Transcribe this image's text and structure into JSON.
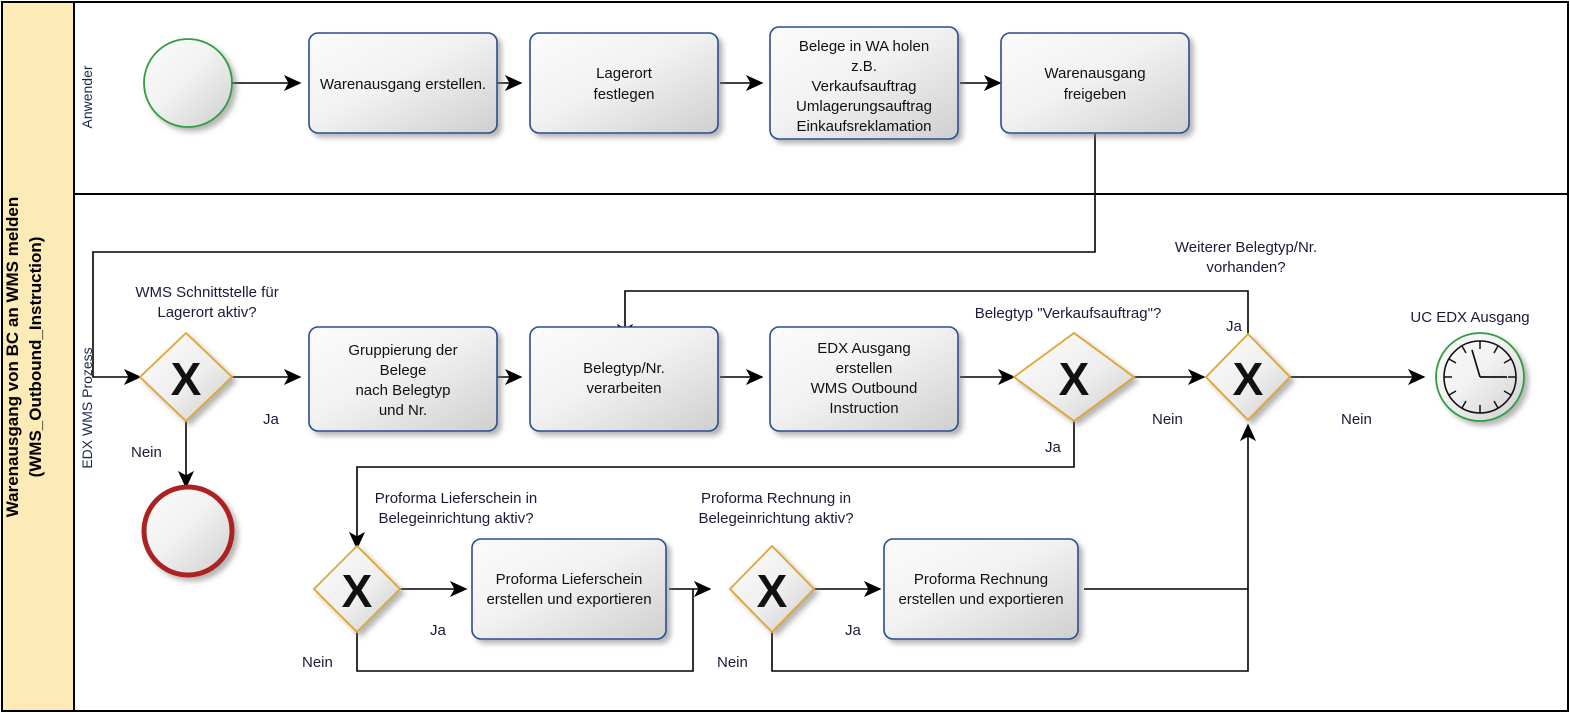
{
  "pool": {
    "title_line1": "Warenausgang von BC an WMS melden",
    "title_line2": "(WMS_Outbound_Instruction)",
    "header_color": "#fcebb6",
    "border_color": "#000000"
  },
  "lanes": [
    {
      "id": "lane-anwender",
      "label": "Anwender"
    },
    {
      "id": "lane-edx",
      "label": "EDX WMS Prozess"
    }
  ],
  "events": {
    "start": {
      "name": "start-event",
      "type": "start",
      "color": "#2f9e41"
    },
    "terminate": {
      "name": "terminate-end-event",
      "type": "end",
      "color": "#ac2024"
    },
    "timer": {
      "name": "timer-end-event",
      "type": "timer",
      "color": "#2f9e41",
      "label": "UC EDX Ausgang"
    }
  },
  "tasks": [
    {
      "id": "task-warenausgang-erstellen",
      "lines": [
        "Warenausgang erstellen."
      ]
    },
    {
      "id": "task-lagerort-festlegen",
      "lines": [
        "Lagerort",
        "festlegen"
      ]
    },
    {
      "id": "task-belege-in-wa-holen",
      "lines": [
        "Belege in WA holen",
        "z.B.",
        "Verkaufsauftrag",
        "Umlagerungsauftrag",
        "Einkaufsreklamation"
      ]
    },
    {
      "id": "task-warenausgang-freigeben",
      "lines": [
        "Warenausgang",
        "freigeben"
      ]
    },
    {
      "id": "task-gruppierung",
      "lines": [
        "Gruppierung der",
        "Belege",
        "nach Belegtyp",
        "und Nr."
      ]
    },
    {
      "id": "task-belegtyp-verarbeiten",
      "lines": [
        "Belegtyp/Nr.",
        "verarbeiten"
      ]
    },
    {
      "id": "task-edx-ausgang-erstellen",
      "lines": [
        "EDX Ausgang",
        "erstellen",
        "WMS Outbound",
        "Instruction"
      ]
    },
    {
      "id": "task-proforma-lieferschein",
      "lines": [
        "Proforma Lieferschein",
        "erstellen und exportieren"
      ]
    },
    {
      "id": "task-proforma-rechnung",
      "lines": [
        "Proforma Rechnung",
        "erstellen und exportieren"
      ]
    }
  ],
  "gateways": [
    {
      "id": "gw-wms-schnittstelle",
      "question_line1": "WMS Schnittstelle für",
      "question_line2": "Lagerort aktiv?",
      "symbol": "X"
    },
    {
      "id": "gw-belegtyp-verkaufsauftrag",
      "question_line1": "Belegtyp \"Verkaufsauftrag\"?",
      "question_line2": "",
      "symbol": "X"
    },
    {
      "id": "gw-weiterer-belegtyp",
      "question_line1": "Weiterer Belegtyp/Nr.",
      "question_line2": "vorhanden?",
      "symbol": "X"
    },
    {
      "id": "gw-proforma-lieferschein",
      "question_line1": "Proforma Lieferschein in",
      "question_line2": "Belegeinrichtung aktiv?",
      "symbol": "X"
    },
    {
      "id": "gw-proforma-rechnung",
      "question_line1": "Proforma Rechnung in",
      "question_line2": "Belegeinrichtung aktiv?",
      "symbol": "X"
    }
  ],
  "edge_labels": {
    "wms_ja": "Ja",
    "wms_nein": "Nein",
    "verkaufsauftrag_ja": "Ja",
    "verkaufsauftrag_nein": "Nein",
    "weiterer_ja": "Ja",
    "weiterer_nein": "Nein",
    "lieferschein_ja": "Ja",
    "lieferschein_nein": "Nein",
    "rechnung_ja": "Ja",
    "rechnung_nein": "Nein"
  },
  "colors": {
    "task_border": "#2a4d8f",
    "gateway_border": "#e0a530",
    "flow_line": "#000000",
    "shape_fill_light": "#f6f6f6",
    "shape_fill_dark": "#d4d4d4"
  }
}
